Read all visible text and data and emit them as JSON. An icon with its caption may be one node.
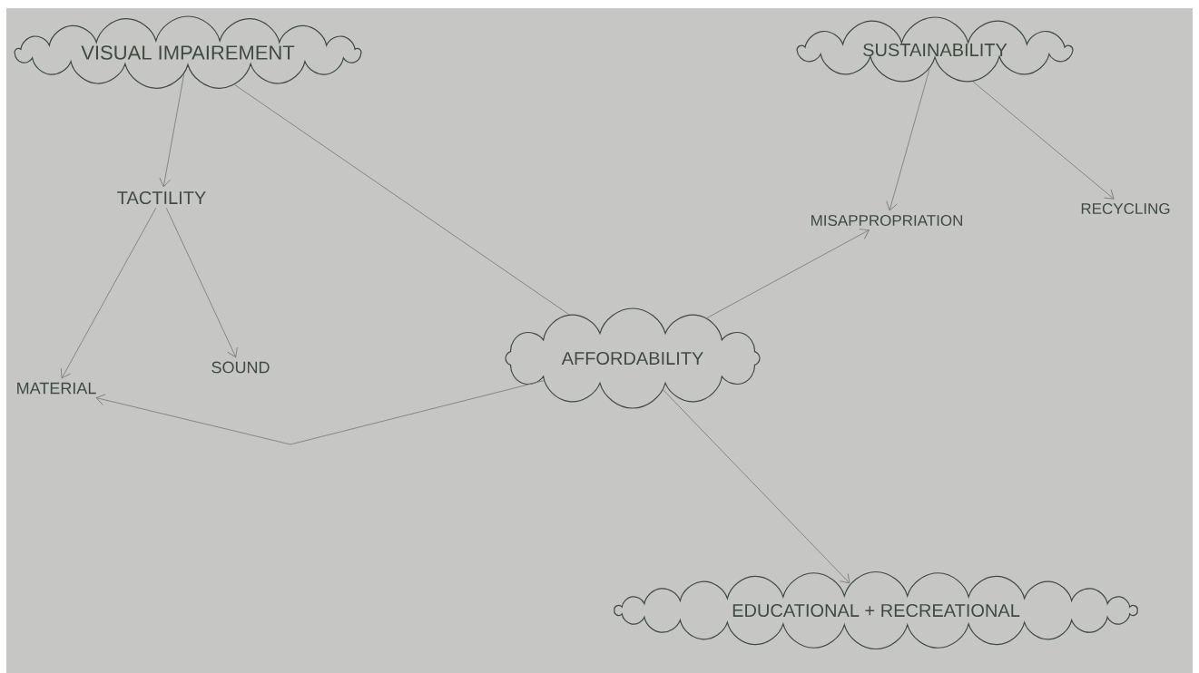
{
  "diagram": {
    "nodes": [
      {
        "text": [
          "VISUAL IMPAIREMENT"
        ]
      },
      {
        "text": [
          "SUSTAINABILITY"
        ]
      },
      {
        "text": [
          "TACTILITY"
        ]
      },
      {
        "text": [
          "MATERIAL"
        ]
      },
      {
        "text": [
          "SOUND"
        ]
      },
      {
        "text": [
          "AFFORDABILITY"
        ]
      },
      {
        "text": [
          "MISAPPROPRIATION"
        ]
      },
      {
        "text": [
          "RECYCLING"
        ]
      },
      {
        "text": [
          "EDUCATIONAL + RECREATIONAL"
        ]
      }
    ],
    "edges": [
      {
        "from": 0,
        "to": 2,
        "arrow": "to"
      },
      {
        "from": 2,
        "to": 3,
        "arrow": "to"
      },
      {
        "from": 2,
        "to": 4,
        "arrow": "to"
      },
      {
        "from": 0,
        "to": 5,
        "arrow": "none"
      },
      {
        "from": 5,
        "to": 3,
        "arrow": "to"
      },
      {
        "from": 5,
        "to": 6,
        "arrow": "to"
      },
      {
        "from": 5,
        "to": 8,
        "arrow": "to"
      },
      {
        "from": 1,
        "to": 6,
        "arrow": "to"
      },
      {
        "from": 1,
        "to": 7,
        "arrow": "to"
      }
    ]
  }
}
